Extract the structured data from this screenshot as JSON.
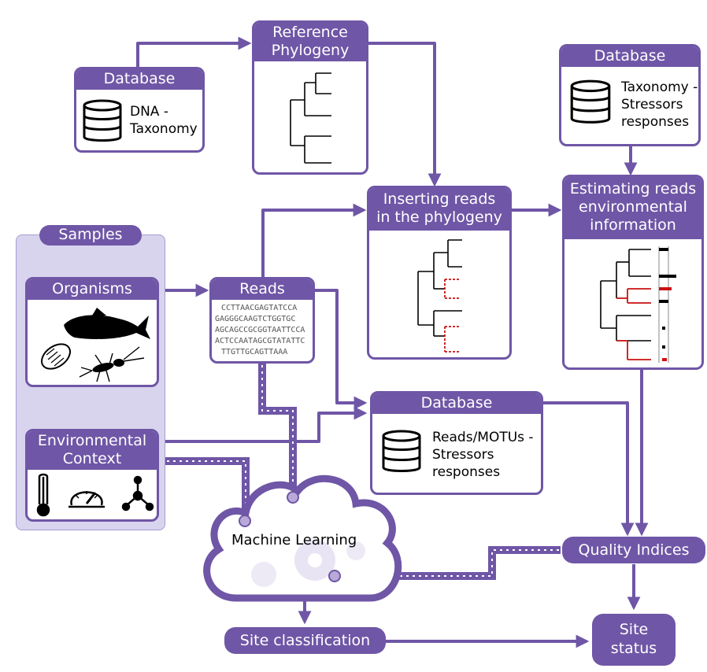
{
  "colors": {
    "purple": "#6f56a6",
    "light_purple": "#d9d4ee",
    "red": "#cc1111"
  },
  "nodes": {
    "database_dna": {
      "header": "Database",
      "text_line1": "DNA -",
      "text_line2": "Taxonomy",
      "icon": "database-icon"
    },
    "reference_phylogeny": {
      "header_line1": "Reference",
      "header_line2": "Phylogeny",
      "icon": "phylogenetic-tree"
    },
    "database_taxonomy": {
      "header": "Database",
      "text_line1": "Taxonomy -",
      "text_line2": "Stressors",
      "text_line3": "responses",
      "icon": "database-icon"
    },
    "inserting_reads": {
      "header_line1": "Inserting reads",
      "header_line2": "in the phylogeny",
      "icon": "phylogenetic-tree-with-inserted-reads"
    },
    "estimating_reads": {
      "header_line1": "Estimating reads",
      "header_line2": "environmental",
      "header_line3": "information",
      "icon": "phylogenetic-tree-with-traits"
    },
    "samples": {
      "label": "Samples"
    },
    "organisms": {
      "header": "Organisms",
      "icons": [
        "fish-icon",
        "diatom-icon",
        "insect-larva-icon"
      ]
    },
    "reads": {
      "header": "Reads",
      "sequences": [
        "CCTTAACGAGTATCCA",
        "GAGGGCAAGTCTGGTGC",
        "AGCAGCCGCGGTAATTCCA",
        "ACTCCAATAGCGTATATTC",
        "TTGTTGCAGTTAAA"
      ]
    },
    "environmental_context": {
      "header_line1": "Environmental",
      "header_line2": "Context",
      "icons": [
        "thermometer-icon",
        "gauge-icon",
        "molecule-icon"
      ]
    },
    "database_reads": {
      "header": "Database",
      "text_line1": "Reads/MOTUs -",
      "text_line2": "Stressors",
      "text_line3": "responses",
      "icon": "database-icon"
    },
    "machine_learning": {
      "label": "Machine Learning",
      "icon": "cloud-gears-icon"
    },
    "quality_indices": {
      "label": "Quality Indices"
    },
    "site_classification": {
      "label": "Site classification"
    },
    "site_status": {
      "label_line1": "Site",
      "label_line2": "status"
    }
  }
}
